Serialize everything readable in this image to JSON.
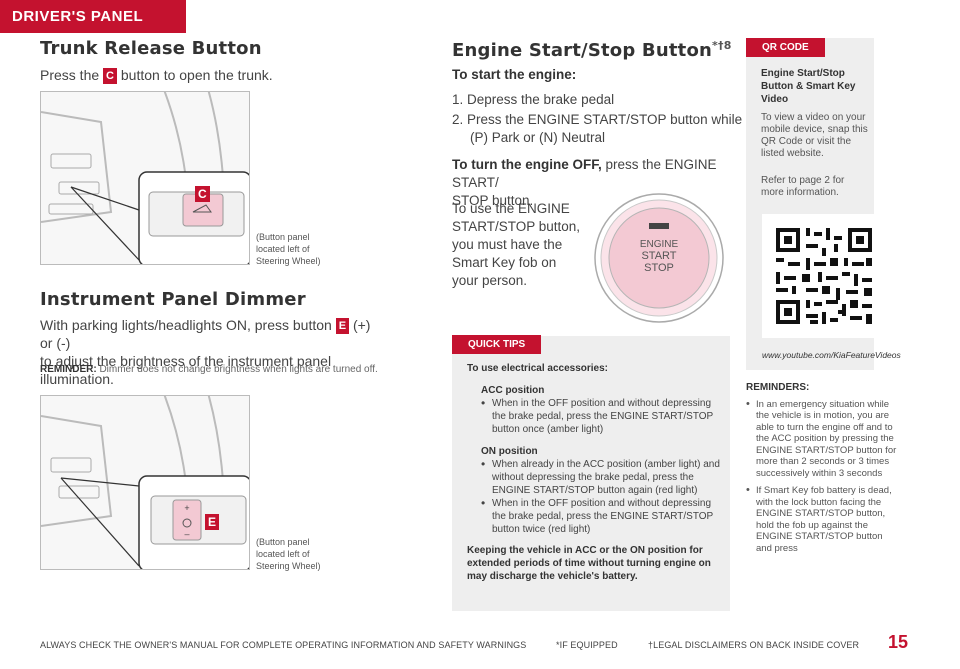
{
  "header": {
    "tab": "DRIVER'S PANEL"
  },
  "trunk": {
    "title": "Trunk Release Button",
    "text_before": "Press the",
    "badge": "C",
    "text_after": "button to open the trunk.",
    "callout": "C",
    "caption": "(Button panel located left of Steering Wheel)"
  },
  "dimmer": {
    "title": "Instrument Panel Dimmer",
    "line1_before": "With parking lights/headlights ON, press button",
    "badge": "E",
    "line1_after": "(+) or (-)",
    "line2": "to adjust the brightness of the instrument panel illumination.",
    "reminder_label": "REMINDER:",
    "reminder_text": "Dimmer does not change brightness when lights are turned off.",
    "callout": "E",
    "caption": "(Button panel located left of Steering Wheel)"
  },
  "engine": {
    "title": "Engine Start/Stop Button",
    "title_sup": "*†8",
    "start_heading": "To start the engine:",
    "steps": [
      "1.  Depress the brake pedal",
      "2.  Press the ENGINE START/STOP button while in",
      "(P) Park or (N) Neutral"
    ],
    "off_bold": "To turn the engine OFF,",
    "off_rest": "press the ENGINE START/",
    "off_line2": "STOP button.",
    "use_lines": [
      "To use the ENGINE",
      "START/STOP button,",
      "you must have the",
      "Smart Key fob on",
      "your person."
    ],
    "button_text": [
      "ENGINE",
      "START",
      "STOP"
    ]
  },
  "tips": {
    "label": "QUICK TIPS",
    "heading": "To use electrical accessories:",
    "acc_label": "ACC position",
    "acc_bullet": "When in the OFF position and without depressing the brake pedal, press the ENGINE START/STOP button once (amber light)",
    "on_label": "ON position",
    "on_bullet1": "When already in the ACC position (amber light) and without depressing the brake pedal, press the ENGINE START/STOP button again (red light)",
    "on_bullet2": "When in the OFF position and without depressing the brake pedal, press the ENGINE START/STOP button twice (red light)",
    "warning": "Keeping the vehicle in ACC or the ON position for extended periods of time without turning engine on may discharge the vehicle's battery."
  },
  "qr": {
    "label": "QR CODE",
    "title": "Engine Start/Stop Button & Smart Key Video",
    "text1": "To view a video on your mobile device, snap this QR Code or visit the listed website.",
    "text2": "Refer to page 2 for more information.",
    "url": "www.youtube.com/KiaFeatureVideos"
  },
  "reminders": {
    "heading": "REMINDERS:",
    "items": [
      "In an emergency situation while the vehicle is in motion, you are able to turn the engine off and to the ACC position by pressing the ENGINE START/STOP button for more than 2 seconds or 3 times successively within 3 seconds",
      "If Smart Key fob battery is dead, with the lock button facing the ENGINE START/STOP button, hold the fob up against the ENGINE START/STOP button and press"
    ]
  },
  "footer": {
    "warning": "ALWAYS CHECK THE OWNER'S MANUAL FOR COMPLETE OPERATING INFORMATION AND SAFETY WARNINGS",
    "equipped": "*IF EQUIPPED",
    "legal": "†LEGAL DISCLAIMERS ON BACK INSIDE COVER",
    "page": "15"
  },
  "colors": {
    "brand_red": "#c4122f",
    "panel_gray": "#eeeeee",
    "button_pink": "#f3c9d3"
  }
}
